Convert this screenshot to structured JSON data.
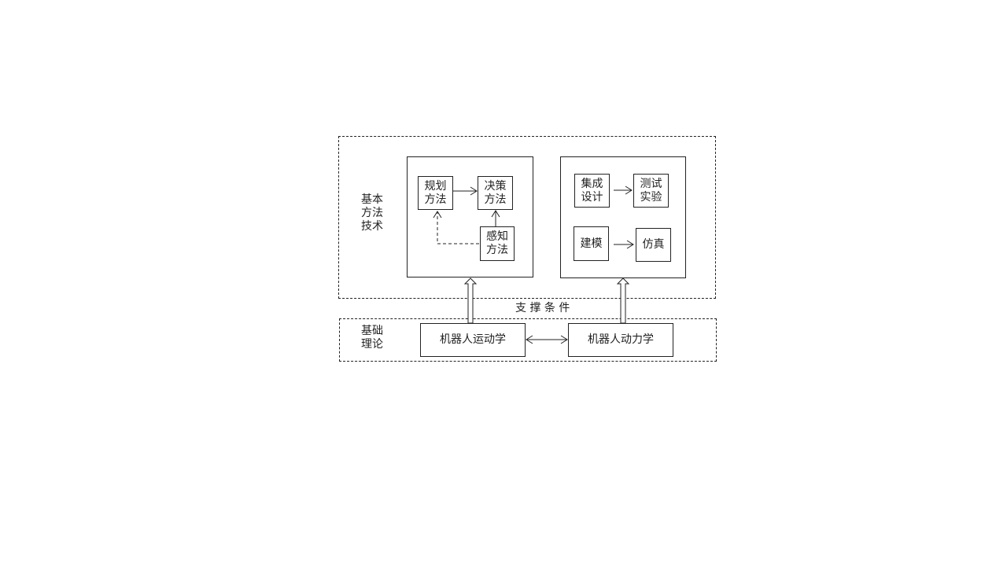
{
  "groups": {
    "methods_label": [
      "基本",
      "方法",
      "技术"
    ],
    "theory_label": [
      "基础",
      "理论"
    ],
    "support_label": "支 撑 条 件"
  },
  "nodes": {
    "planning": [
      "规划",
      "方法"
    ],
    "decision": [
      "决策",
      "方法"
    ],
    "perception": [
      "感知",
      "方法"
    ],
    "integrated_design": [
      "集成",
      "设计"
    ],
    "testing": [
      "测试",
      "实验"
    ],
    "modeling": "建模",
    "simulation": "仿真",
    "kinematics": "机器人运动学",
    "dynamics": "机器人动力学"
  }
}
